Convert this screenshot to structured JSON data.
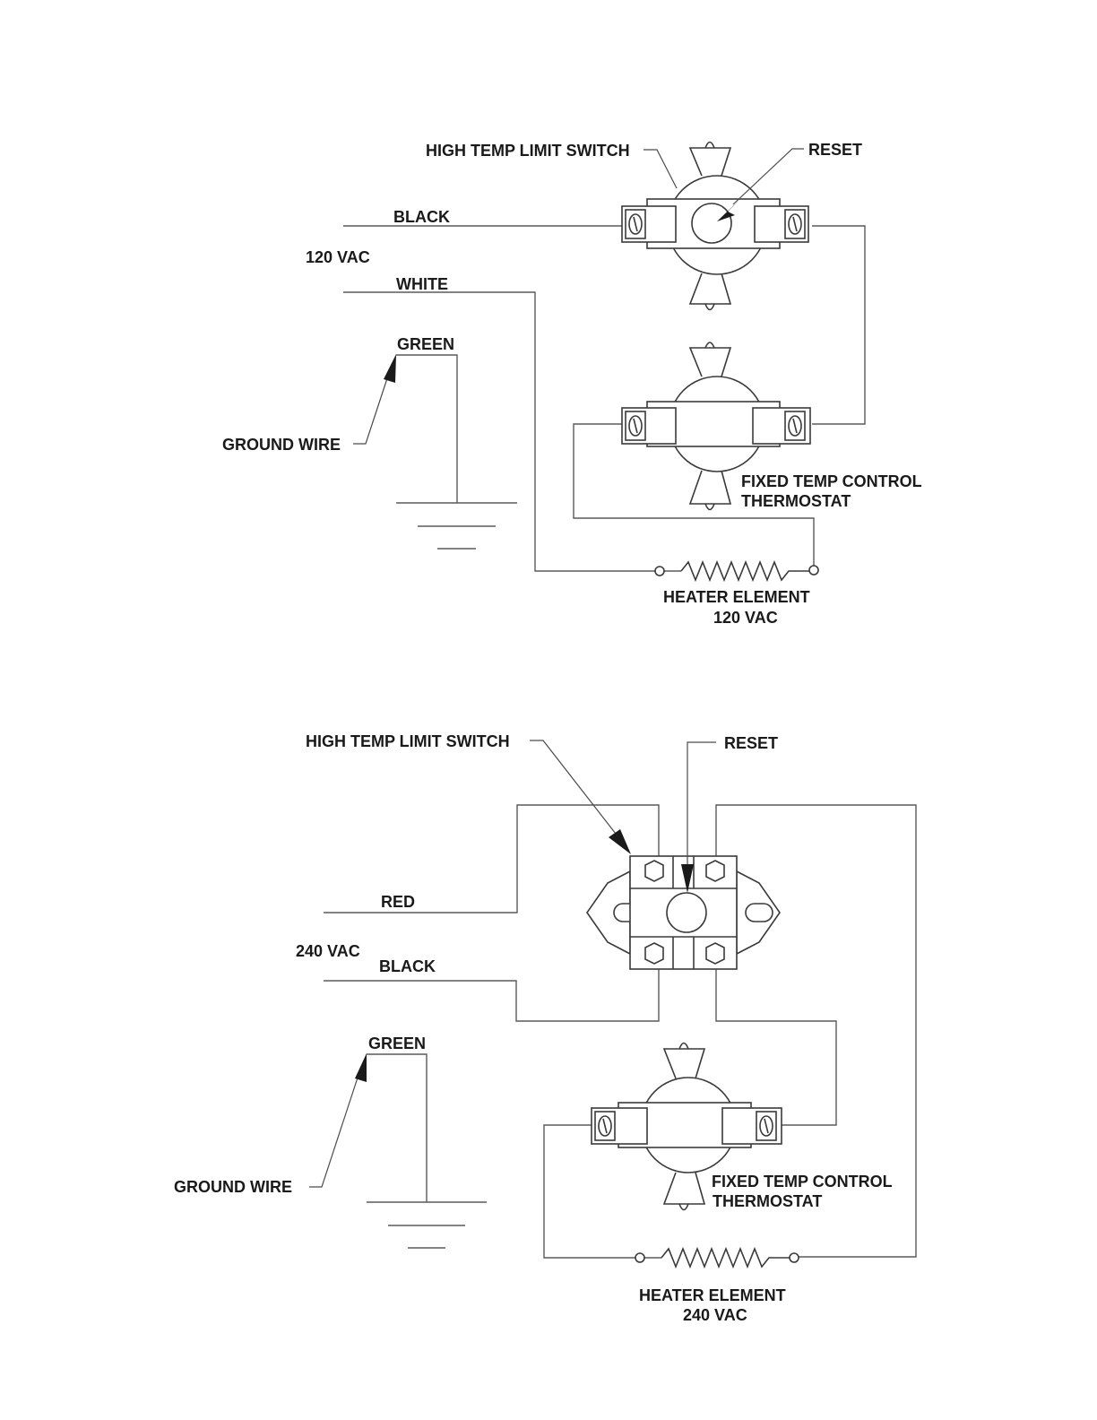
{
  "diagram_120": {
    "high_temp_limit_switch": "HIGH TEMP LIMIT SWITCH",
    "reset": "RESET",
    "black": "BLACK",
    "supply_voltage": "120 VAC",
    "white": "WHITE",
    "green": "GREEN",
    "ground_wire": "GROUND WIRE",
    "thermostat_line1": "FIXED TEMP CONTROL",
    "thermostat_line2": "THERMOSTAT",
    "heater_line1": "HEATER ELEMENT",
    "heater_line2": "120 VAC"
  },
  "diagram_240": {
    "high_temp_limit_switch": "HIGH TEMP LIMIT SWITCH",
    "reset": "RESET",
    "red": "RED",
    "supply_voltage": "240 VAC",
    "black": "BLACK",
    "green": "GREEN",
    "ground_wire": "GROUND WIRE",
    "thermostat_line1": "FIXED TEMP CONTROL",
    "thermostat_line2": "THERMOSTAT",
    "heater_line1": "HEATER ELEMENT",
    "heater_line2": "240 VAC"
  }
}
